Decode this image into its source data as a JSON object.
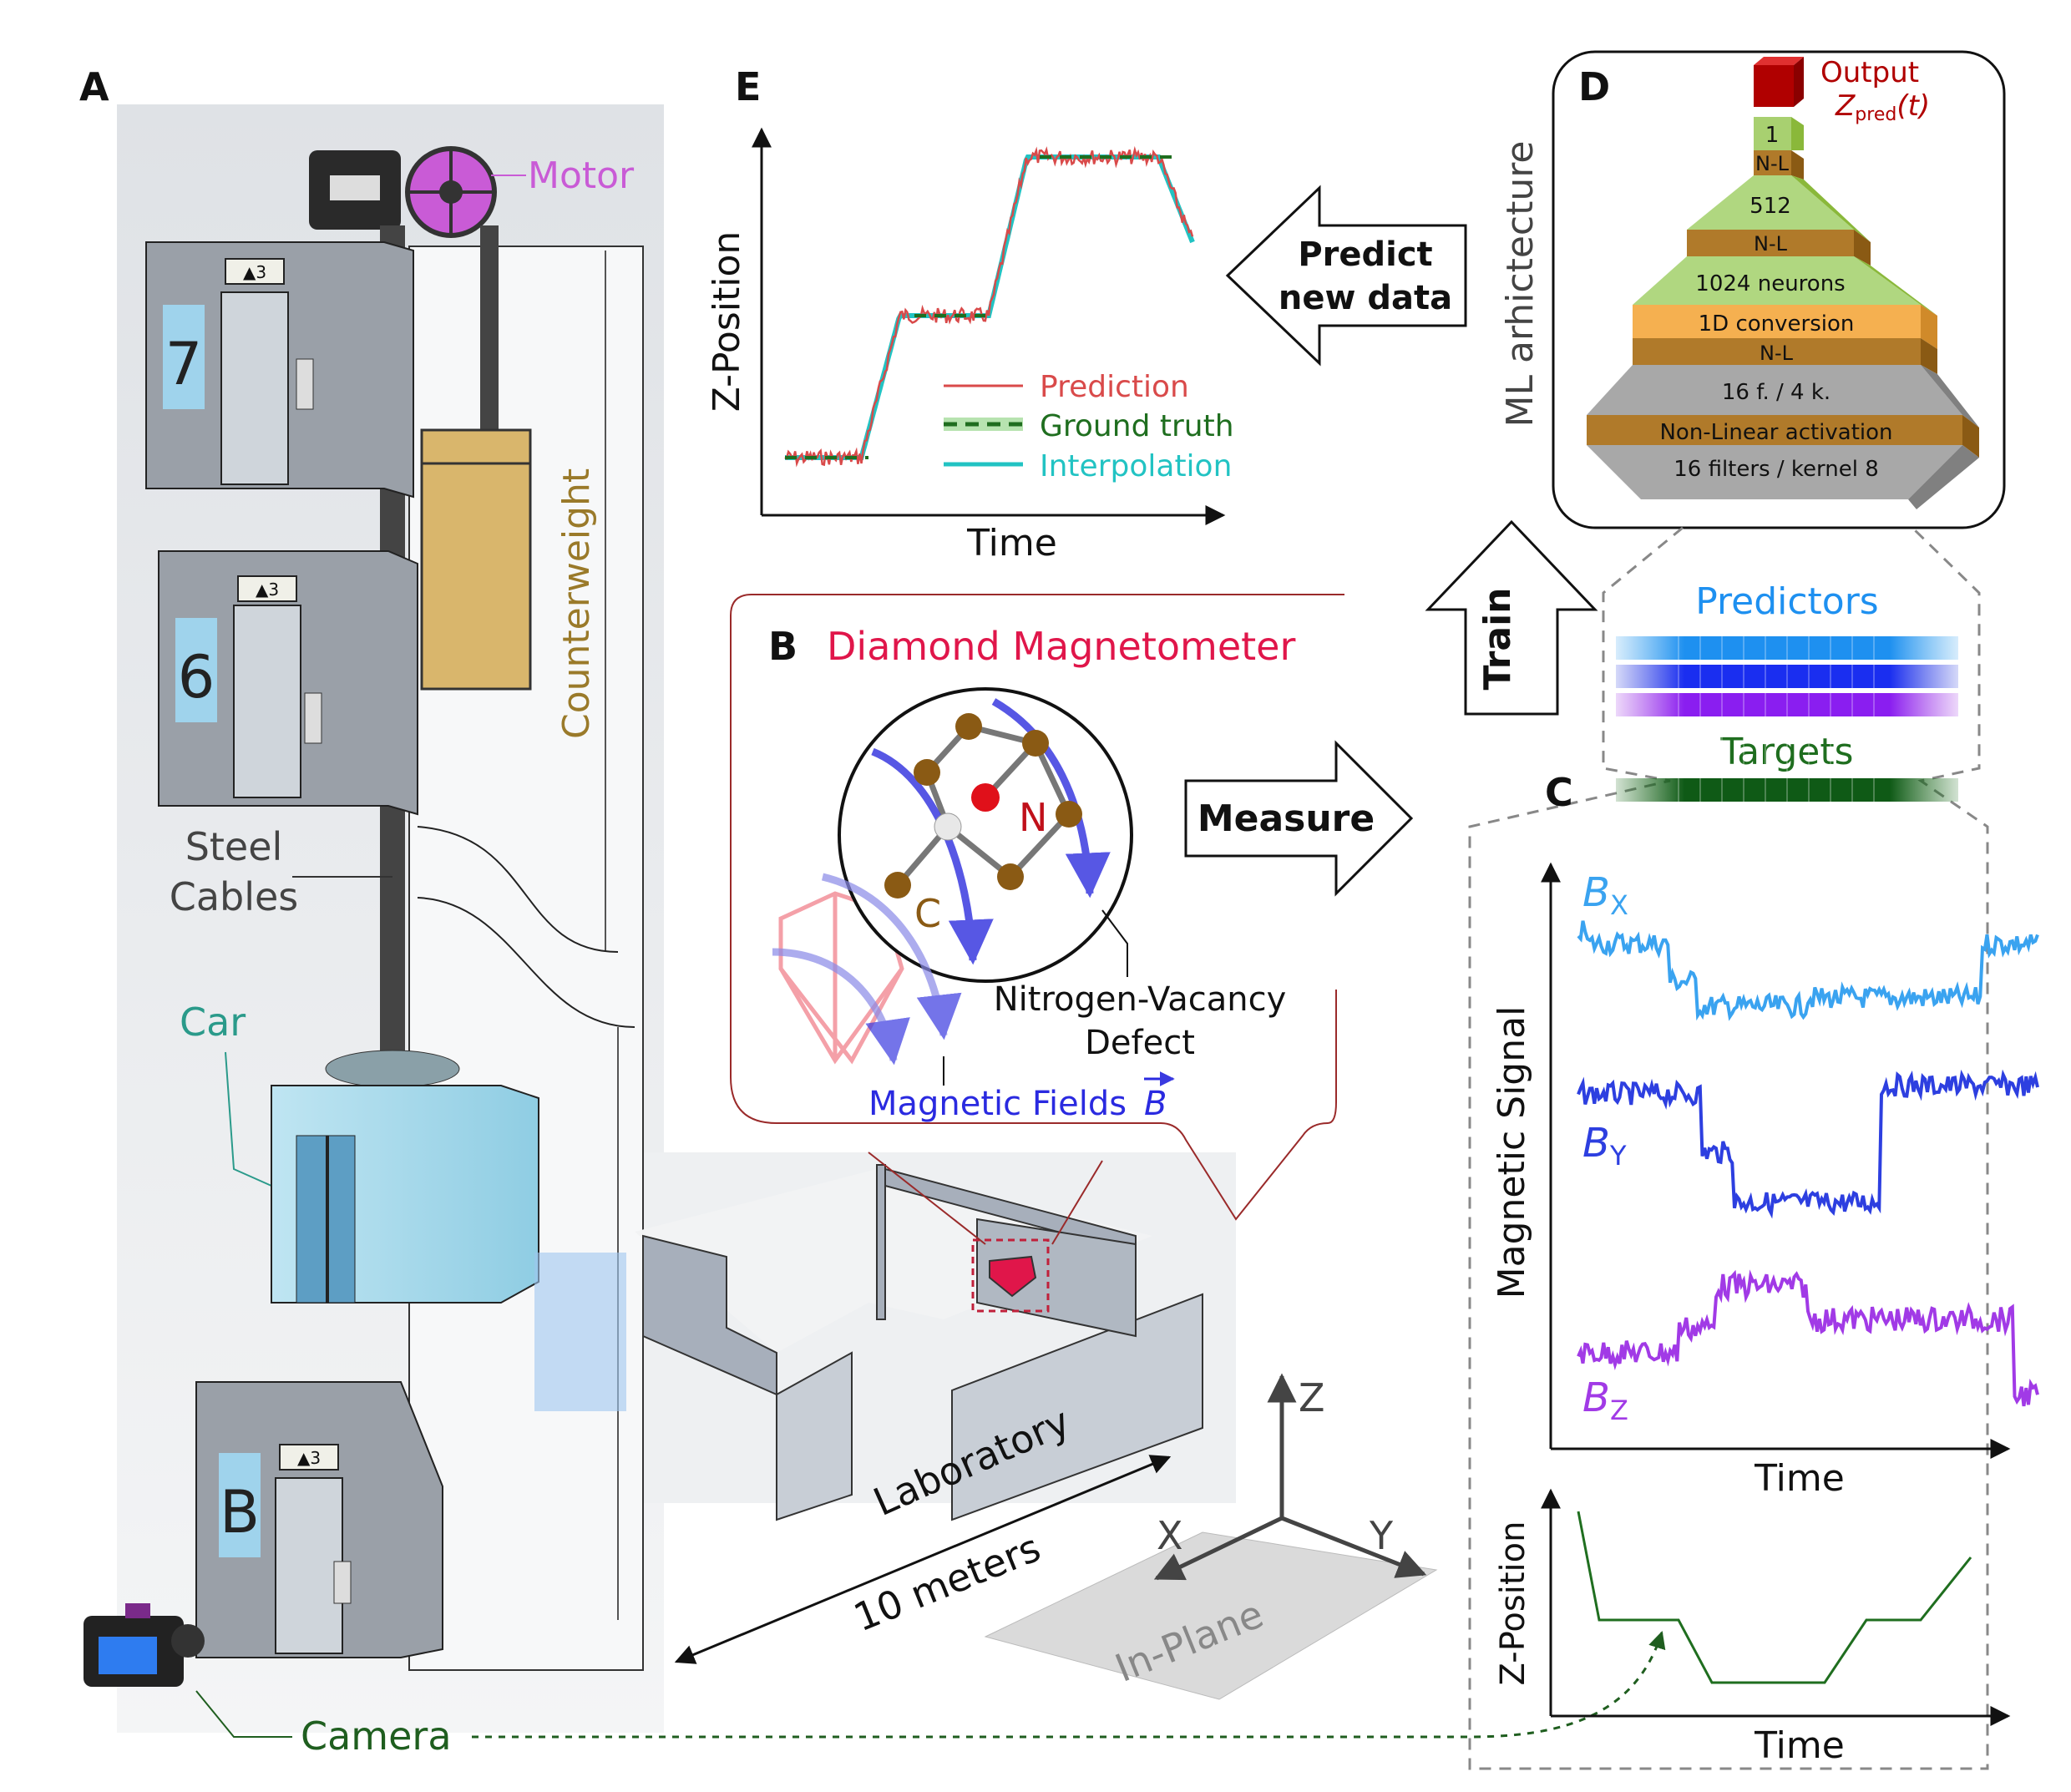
{
  "panels": {
    "a": "A",
    "b": "B",
    "c": "C",
    "d": "D",
    "e": "E"
  },
  "building": {
    "motor": "Motor",
    "counterweight": "Counterweight",
    "steel_cables_1": "Steel",
    "steel_cables_2": "Cables",
    "car": "Car",
    "camera": "Camera",
    "floors": [
      "7",
      "6",
      "B"
    ],
    "indicator": "▲3",
    "laboratory": "Laboratory",
    "distance": "10 meters"
  },
  "axes3d": {
    "x": "X",
    "y": "Y",
    "z": "Z",
    "plane": "In-Plane"
  },
  "magnetometer": {
    "title": "Diamond Magnetometer",
    "n_label": "N",
    "c_label": "C",
    "nv_1": "Nitrogen-Vacancy",
    "nv_2": "Defect",
    "fields": "Magnetic Fields",
    "b_vec": "B",
    "measure": "Measure"
  },
  "panel_e": {
    "ylabel": "Z-Position",
    "xlabel": "Time",
    "legend": [
      "Prediction",
      "Ground truth",
      "Interpolation"
    ],
    "predict_1": "Predict",
    "predict_2": "new data"
  },
  "panel_d": {
    "side_label": "ML arhictecture",
    "output_1": "Output",
    "output_2": "Z",
    "output_sub": "pred",
    "output_3": "(t)",
    "layers": [
      "1",
      "N-L",
      "512",
      "N-L",
      "1024 neurons",
      "1D conversion",
      "N-L",
      "16 f. / 4 k.",
      "Non-Linear activation",
      "16 filters / kernel 8"
    ],
    "train": "Train"
  },
  "panel_c": {
    "predictors": "Predictors",
    "targets": "Targets",
    "ylabel": "Magnetic Signal",
    "xlabel": "Time",
    "bx": "B",
    "bx_sub": "X",
    "by": "B",
    "by_sub": "Y",
    "bz": "B",
    "bz_sub": "Z",
    "z_ylabel": "Z-Position",
    "z_xlabel": "Time"
  },
  "colors": {
    "prediction": "#d94a4a",
    "ground_truth": "#1f6e1f",
    "interpolation": "#22c3c3",
    "bx": "#3aa3f0",
    "by": "#2d3fe0",
    "bz": "#a13ae6",
    "magnetometer_title": "#e0164a",
    "field_text": "#2a2ae0",
    "motor": "#c95bd6",
    "counterweight": "#9a7a2a",
    "car": "#2a9a8a",
    "camera": "#1f5e1f"
  }
}
